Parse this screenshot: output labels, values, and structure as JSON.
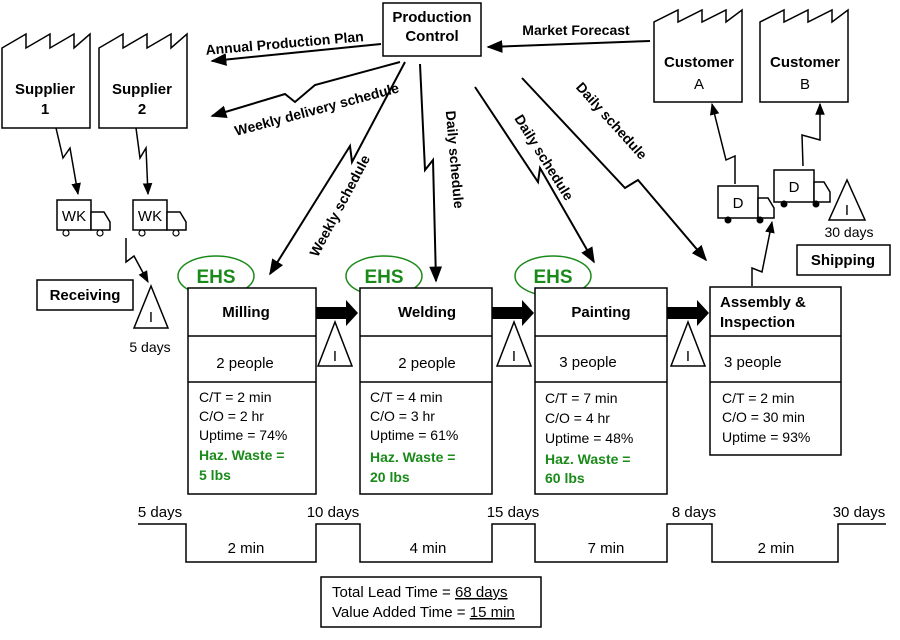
{
  "control": {
    "line1": "Production",
    "line2": "Control"
  },
  "customers": [
    {
      "line1": "Customer",
      "line2": "A"
    },
    {
      "line1": "Customer",
      "line2": "B"
    }
  ],
  "suppliers": [
    {
      "line1": "Supplier",
      "line2": "1"
    },
    {
      "line1": "Supplier",
      "line2": "2"
    }
  ],
  "flows": {
    "annual_plan": "Annual Production Plan",
    "market_forecast": "Market Forecast",
    "weekly_delivery": "Weekly delivery schedule",
    "weekly_schedule": "Weekly schedule",
    "daily_1": "Daily schedule",
    "daily_2": "Daily schedule",
    "daily_3": "Daily schedule"
  },
  "trucks": {
    "supplier_label": "WK",
    "customer_label": "D"
  },
  "receiving": {
    "label": "Receiving",
    "days": "5 days"
  },
  "shipping": {
    "label": "Shipping",
    "days": "30 days"
  },
  "inventory_symbol": "I",
  "ehs_label": "EHS",
  "processes": [
    {
      "name": "Milling",
      "people": "2 people",
      "ct": "C/T = 2 min",
      "co": "C/O = 2 hr",
      "uptime": "Uptime = 74%",
      "waste1": "Haz. Waste =",
      "waste2": "5 lbs"
    },
    {
      "name": "Welding",
      "people": "2 people",
      "ct": "C/T = 4 min",
      "co": "C/O = 3 hr",
      "uptime": "Uptime = 61%",
      "waste1": "Haz. Waste =",
      "waste2": "20 lbs"
    },
    {
      "name": "Painting",
      "people": "3 people",
      "ct": "C/T = 7 min",
      "co": "C/O = 4 hr",
      "uptime": "Uptime = 48%",
      "waste1": "Haz. Waste =",
      "waste2": "60 lbs"
    },
    {
      "name1": "Assembly &",
      "name2": "Inspection",
      "people": "3 people",
      "ct": "C/T = 2 min",
      "co": "C/O = 30 min",
      "uptime": "Uptime = 93%"
    }
  ],
  "timeline": {
    "waits": [
      "5 days",
      "10 days",
      "15 days",
      "8 days",
      "30 days"
    ],
    "processing": [
      "2 min",
      "4 min",
      "7 min",
      "2 min"
    ]
  },
  "summary": {
    "lead_label": "Total Lead Time = ",
    "lead_value": "68 days",
    "va_label": "Value Added Time = ",
    "va_value": "15 min"
  }
}
